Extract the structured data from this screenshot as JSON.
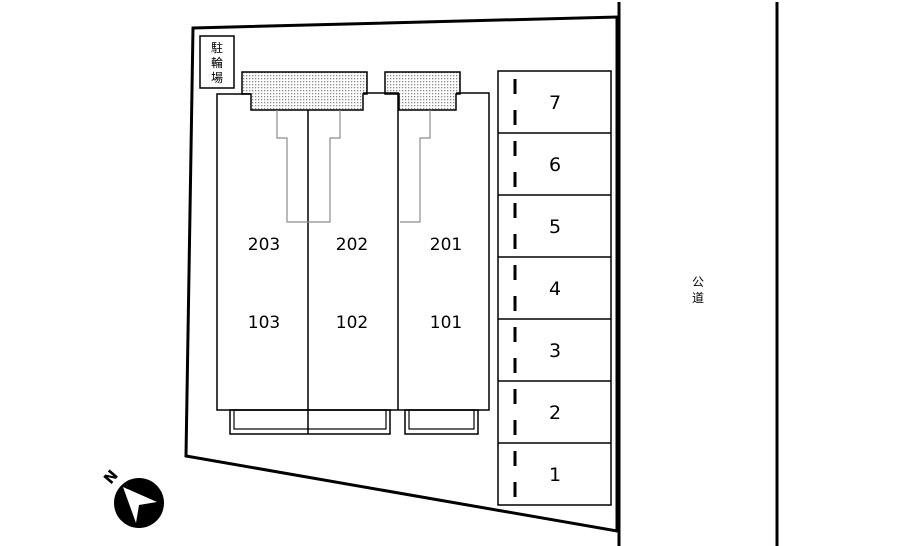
{
  "units": {
    "upper": [
      "203",
      "202",
      "201"
    ],
    "lower": [
      "103",
      "102",
      "101"
    ]
  },
  "parking": {
    "spaces": [
      "7",
      "6",
      "5",
      "4",
      "3",
      "2",
      "1"
    ]
  },
  "bike_parking": {
    "chars": [
      "駐",
      "輪",
      "場"
    ]
  },
  "road": {
    "chars": [
      "公",
      "道"
    ]
  },
  "compass": {
    "north_letter": "N"
  },
  "colors": {
    "line": "#000000",
    "balcony_fill": "#d9d9d9",
    "stair_line": "#8c8c8c"
  }
}
